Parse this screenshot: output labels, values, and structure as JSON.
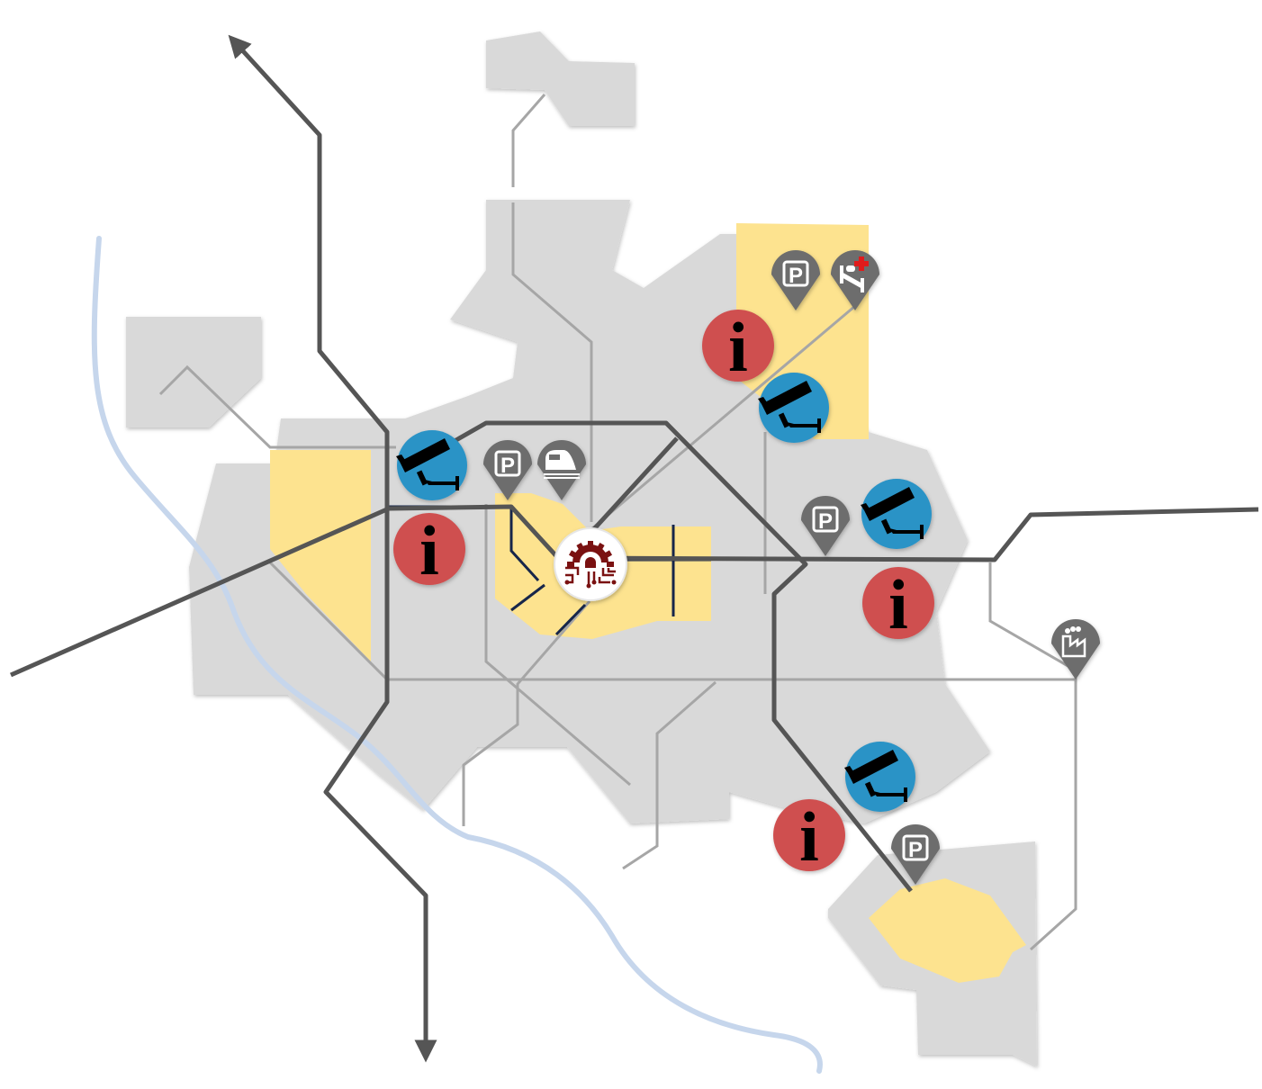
{
  "map": {
    "colors": {
      "background": "#ffffff",
      "district": "#d9d9d9",
      "zone": "#fde38f",
      "river": "#c6d6ec",
      "major_road": "#555555",
      "minor_road": "#a6a6a6",
      "transit_line": "#17264a",
      "info_marker": "#cf4f4f",
      "camera_marker": "#2b93c6",
      "pin_marker": "#6d6d6d",
      "control_center": "#7a1111"
    },
    "markers": {
      "parking_letter": "P",
      "info_letter": "i",
      "parking": [
        {
          "id": "parking-1",
          "icon": "parking-icon"
        },
        {
          "id": "parking-2",
          "icon": "parking-icon"
        },
        {
          "id": "parking-3",
          "icon": "parking-icon"
        },
        {
          "id": "parking-4",
          "icon": "parking-icon"
        }
      ],
      "info": [
        {
          "id": "info-1",
          "icon": "info-icon"
        },
        {
          "id": "info-2",
          "icon": "info-icon"
        },
        {
          "id": "info-3",
          "icon": "info-icon"
        },
        {
          "id": "info-4",
          "icon": "info-icon"
        }
      ],
      "cameras": [
        {
          "id": "camera-1",
          "icon": "cctv-camera-icon"
        },
        {
          "id": "camera-2",
          "icon": "cctv-camera-icon"
        },
        {
          "id": "camera-3",
          "icon": "cctv-camera-icon"
        },
        {
          "id": "camera-4",
          "icon": "cctv-camera-icon"
        }
      ],
      "hospital": {
        "id": "hospital",
        "icon": "hospital-bed-icon"
      },
      "train_station": {
        "id": "train-station",
        "icon": "train-icon"
      },
      "factory": {
        "id": "factory",
        "icon": "factory-icon"
      },
      "control_center": {
        "id": "control-center",
        "icon": "smart-city-gear-icon"
      }
    }
  }
}
